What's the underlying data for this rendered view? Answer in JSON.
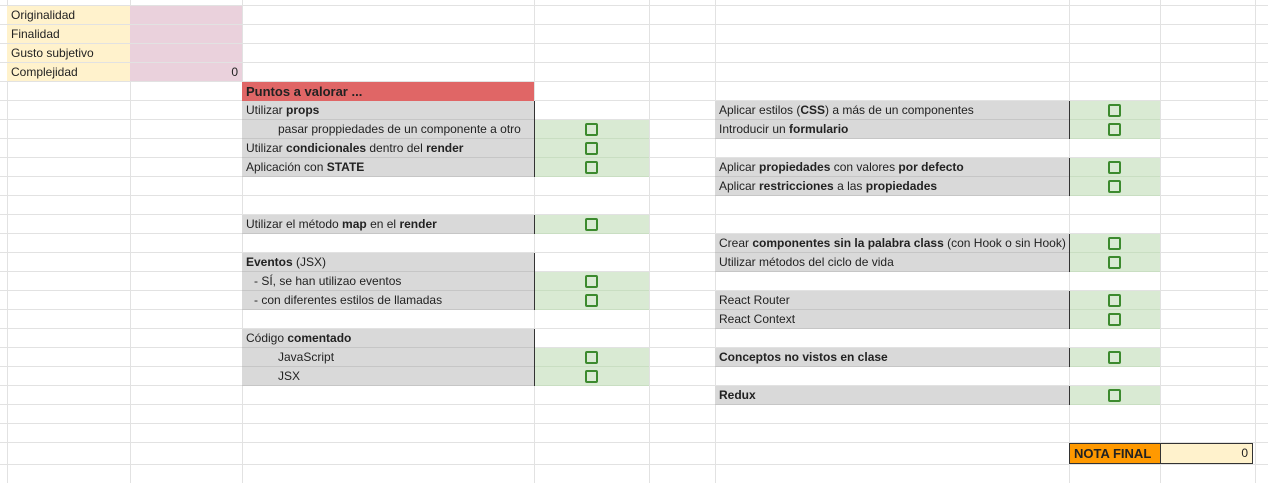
{
  "criteria": [
    {
      "label": "Originalidad",
      "value": ""
    },
    {
      "label": "Finalidad",
      "value": ""
    },
    {
      "label": "Gusto subjetivo",
      "value": ""
    },
    {
      "label": "Complejidad",
      "value": "0"
    }
  ],
  "header": {
    "title": "Puntos a valorar ..."
  },
  "left": {
    "props": [
      "Utilizar ",
      "props"
    ],
    "pasar": "pasar proppiedades de un componente a otro",
    "condicionales": [
      "Utilizar ",
      "condicionales",
      " dentro del ",
      "render"
    ],
    "state": [
      "Aplicación con ",
      "STATE"
    ],
    "map": [
      "Utilizar el método ",
      "map",
      " en el ",
      "render"
    ],
    "eventos": [
      "Eventos",
      " (JSX)"
    ],
    "eventos_si": "- SÍ, se han utilizao eventos",
    "eventos_diff": "- con diferentes estilos de llamadas",
    "codigo": [
      "Código ",
      "comentado"
    ],
    "javascript": "JavaScript",
    "jsx": "JSX"
  },
  "right": {
    "css": [
      "Aplicar estilos (",
      "CSS",
      ") a más de un componentes"
    ],
    "formulario": [
      "Introducir un ",
      "formulario"
    ],
    "propiedades": [
      "Aplicar ",
      "propiedades",
      " con valores ",
      "por defecto"
    ],
    "restricciones": [
      "Aplicar ",
      "restricciones",
      " a las ",
      "propiedades"
    ],
    "crear": [
      "Crear ",
      "componentes sin la palabra class",
      " (con Hook o sin Hook)"
    ],
    "ciclo": "Utilizar métodos del ciclo de vida",
    "router": "React Router",
    "context": "React Context",
    "conceptos": "Conceptos no vistos en clase",
    "redux": "Redux"
  },
  "nota": {
    "label": "NOTA FINAL",
    "value": "0"
  },
  "colors": {
    "header_red": "#e06666",
    "nota_orange": "#ff9900",
    "check_green": "#3c8a2e",
    "cell_green": "#d9ead3",
    "label_gray": "#d9d9d9",
    "criteria_yellow": "#fff2cc",
    "criteria_pink": "#ead1dc"
  }
}
